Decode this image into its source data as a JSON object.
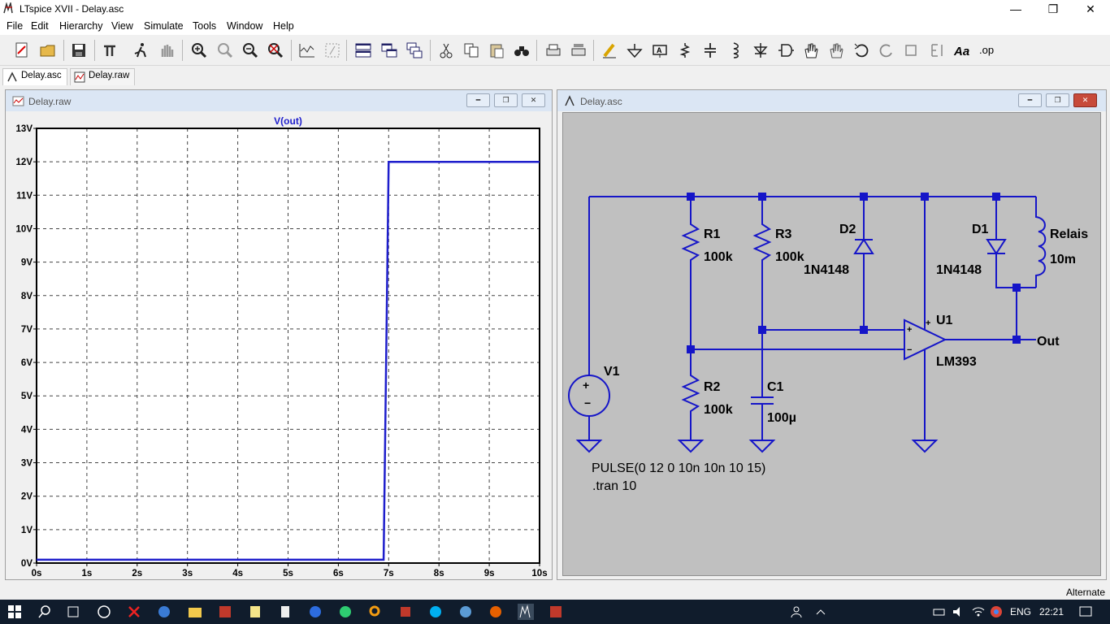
{
  "window": {
    "title": "LTspice XVII - Delay.asc",
    "minimize": "—",
    "restore": "❐",
    "close": "✕"
  },
  "menu": [
    "File",
    "Edit",
    "Hierarchy",
    "View",
    "Simulate",
    "Tools",
    "Window",
    "Help"
  ],
  "toolbar_icons": [
    "new-schematic-icon",
    "open-icon",
    "save-icon",
    "control-panel-icon",
    "run-icon",
    "halt-icon",
    "zoom-in-icon",
    "zoom-pan-icon",
    "zoom-out-icon",
    "zoom-fit-icon",
    "autorange-icon",
    "cursor-icon",
    "tile-horizontal-icon",
    "tile-vertical-icon",
    "cascade-icon",
    "cut-icon",
    "copy-icon",
    "paste-icon",
    "find-icon",
    "print-icon",
    "print-setup-icon",
    "draw-wire-icon",
    "ground-icon",
    "label-net-icon",
    "resistor-icon",
    "capacitor-icon",
    "inductor-icon",
    "diode-icon",
    "component-icon",
    "move-icon",
    "drag-icon",
    "undo-icon",
    "redo-icon",
    "rotate-icon",
    "mirror-icon",
    "text-icon",
    "spice-directive-icon"
  ],
  "tabs": [
    {
      "label": "Delay.asc"
    },
    {
      "label": "Delay.raw"
    }
  ],
  "plot_window": {
    "title": "Delay.raw",
    "trace_label": "V(out)"
  },
  "schematic_window": {
    "title": "Delay.asc"
  },
  "chart_data": {
    "type": "line",
    "title": "V(out)",
    "x": [
      0,
      6.9,
      6.9,
      7.0,
      10
    ],
    "series": [
      {
        "name": "V(out)",
        "values": [
          0.1,
          0.1,
          0.1,
          12.0,
          12.0
        ]
      }
    ],
    "x_ticks": [
      "0s",
      "1s",
      "2s",
      "3s",
      "4s",
      "5s",
      "6s",
      "7s",
      "8s",
      "9s",
      "10s"
    ],
    "y_ticks": [
      "0V",
      "1V",
      "2V",
      "3V",
      "4V",
      "5V",
      "6V",
      "7V",
      "8V",
      "9V",
      "10V",
      "11V",
      "12V",
      "13V"
    ],
    "xlim": [
      0,
      10
    ],
    "ylim": [
      0,
      13
    ],
    "grid": true,
    "line_color": "#1e1ecc"
  },
  "schematic": {
    "labels": {
      "r1_name": "R1",
      "r1_value": "100k",
      "r3_name": "R3",
      "r3_value": "100k",
      "r2_name": "R2",
      "r2_value": "100k",
      "c1_name": "C1",
      "c1_value": "100µ",
      "d2_name": "D2",
      "d2_model": "1N4148",
      "d1_name": "D1",
      "d1_model": "1N4148",
      "relay_name": "Relais",
      "relay_value": "10m",
      "u1_name": "U1",
      "u1_model": "LM393",
      "v1_name": "V1",
      "out_label": "Out",
      "pulse": "PULSE(0 12 0 10n 10n 10 15)",
      "tran": ".tran 10"
    },
    "wire_color": "#1515c8"
  },
  "status": {
    "text": "Alternate"
  },
  "taskbar": {
    "language": "ENG",
    "time": "22:21"
  }
}
